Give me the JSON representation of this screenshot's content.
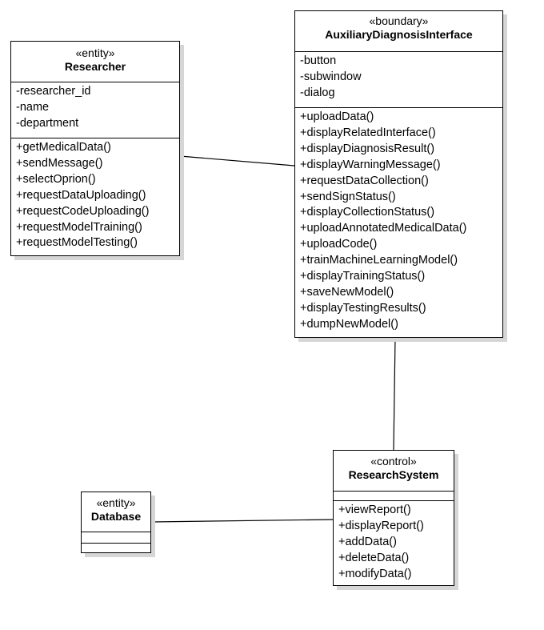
{
  "classes": {
    "researcher": {
      "stereotype": "«entity»",
      "name": "Researcher",
      "attributes": [
        "-researcher_id",
        "-name",
        "-department"
      ],
      "operations": [
        "+getMedicalData()",
        "+sendMessage()",
        "+selectOprion()",
        "+requestDataUploading()",
        "+requestCodeUploading()",
        "+requestModelTraining()",
        "+requestModelTesting()"
      ]
    },
    "interface": {
      "stereotype": "«boundary»",
      "name": "AuxiliaryDiagnosisInterface",
      "attributes": [
        "-button",
        "-subwindow",
        "-dialog"
      ],
      "operations": [
        "+uploadData()",
        "+displayRelatedInterface()",
        "+displayDiagnosisResult()",
        "+displayWarningMessage()",
        "+requestDataCollection()",
        "+sendSignStatus()",
        "+displayCollectionStatus()",
        "+uploadAnnotatedMedicalData()",
        "+uploadCode()",
        "+trainMachineLearningModel()",
        "+displayTrainingStatus()",
        "+saveNewModel()",
        "+displayTestingResults()",
        "+dumpNewModel()"
      ]
    },
    "system": {
      "stereotype": "«control»",
      "name": "ResearchSystem",
      "attributes": [],
      "operations": [
        "+viewReport()",
        "+displayReport()",
        "+addData()",
        "+deleteData()",
        "+modifyData()"
      ]
    },
    "database": {
      "stereotype": "«entity»",
      "name": "Database",
      "attributes": [],
      "operations": []
    }
  },
  "associations": [
    {
      "from": "Researcher",
      "to": "AuxiliaryDiagnosisInterface"
    },
    {
      "from": "AuxiliaryDiagnosisInterface",
      "to": "ResearchSystem"
    },
    {
      "from": "Database",
      "to": "ResearchSystem"
    }
  ],
  "colors": {
    "line": "#000000",
    "box_fill": "#ffffff",
    "shadow": "#d6d6d6"
  }
}
